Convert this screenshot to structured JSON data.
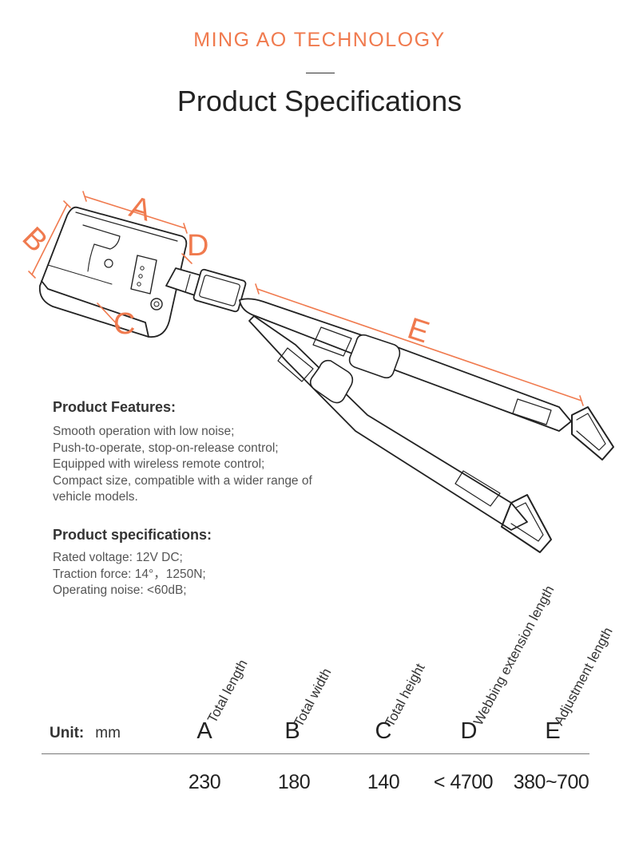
{
  "header": {
    "brand": "MING AO TECHNOLOGY",
    "title": "Product Specifications"
  },
  "colors": {
    "accent": "#f07a4e",
    "text": "#333333",
    "line": "#222222"
  },
  "diagram_labels": {
    "A": "A",
    "B": "B",
    "C": "C",
    "D": "D",
    "E": "E"
  },
  "features": {
    "heading": "Product Features:",
    "items": [
      "Smooth operation with low noise;",
      "Push-to-operate, stop-on-release control;",
      "Equipped with wireless remote control;",
      "Compact size, compatible with a wider range of",
      "vehicle models."
    ]
  },
  "specifications": {
    "heading": "Product specifications:",
    "items": [
      "Rated voltage: 12V DC;",
      "Traction force: 14°，1250N;",
      "Operating noise: <60dB;"
    ]
  },
  "dimension_table": {
    "unit_label": "Unit:",
    "unit_value": "mm",
    "columns": [
      {
        "letter": "A",
        "label": "Total length",
        "value": "230"
      },
      {
        "letter": "B",
        "label": "Total width",
        "value": "180"
      },
      {
        "letter": "C",
        "label": "Total height",
        "value": "140"
      },
      {
        "letter": "D",
        "label": "Webbing extension length",
        "value": "< 4700"
      },
      {
        "letter": "E",
        "label": "Adjustment length",
        "value": "380~700"
      }
    ]
  }
}
